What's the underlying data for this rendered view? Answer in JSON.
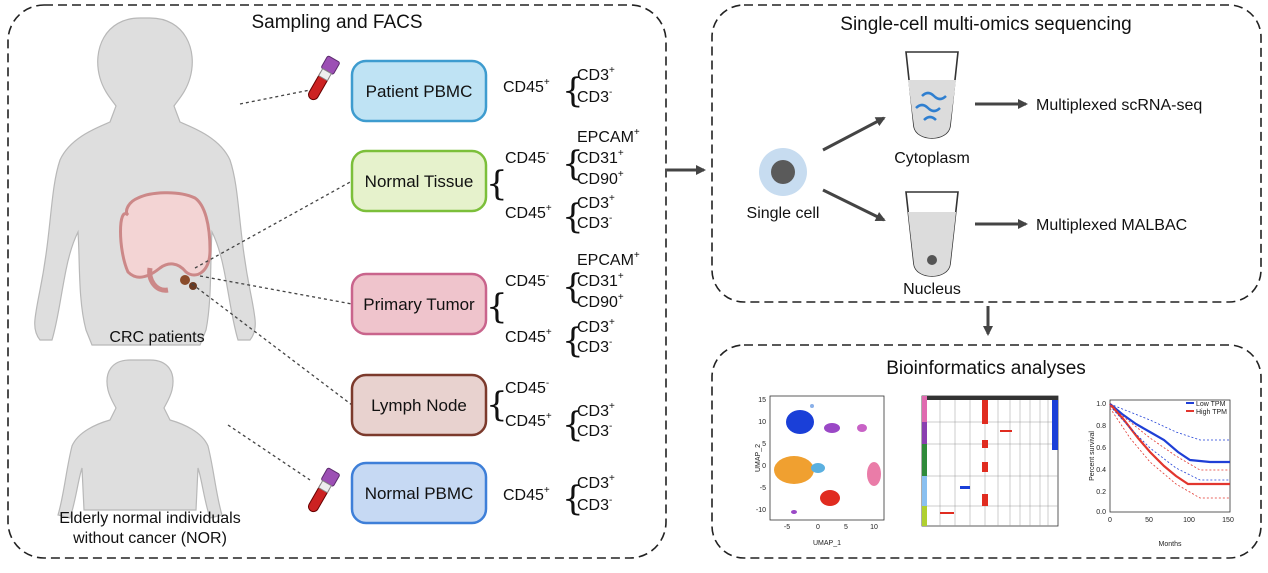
{
  "panels": {
    "sampling_title": "Sampling and FACS",
    "sequencing_title": "Single-cell multi-omics sequencing",
    "bioinfo_title": "Bioinformatics analyses"
  },
  "subjects": {
    "crc": "CRC patients",
    "nor_line1": "Elderly normal individuals",
    "nor_line2": "without cancer (NOR)"
  },
  "samples": {
    "patient_pbmc": "Patient PBMC",
    "normal_tissue": "Normal Tissue",
    "primary_tumor": "Primary Tumor",
    "lymph_node": "Lymph Node",
    "normal_pbmc": "Normal PBMC"
  },
  "markers": {
    "cd45pos": "CD45",
    "cd45neg": "CD45",
    "cd3pos": "CD3",
    "cd3neg": "CD3",
    "epcam": "EPCAM",
    "cd31": "CD31",
    "cd90": "CD90",
    "plus": "+",
    "minus": "-"
  },
  "sequencing": {
    "single_cell": "Single cell",
    "cytoplasm": "Cytoplasm",
    "nucleus": "Nucleus",
    "scrna": "Multiplexed scRNA-seq",
    "malbac": "Multiplexed MALBAC"
  },
  "umap": {
    "xlabel": "UMAP_1",
    "ylabel": "UMAP_2",
    "xticks": [
      "-5",
      "0",
      "5",
      "10"
    ],
    "yticks": [
      "15",
      "10",
      "5",
      "0",
      "-5",
      "-10"
    ]
  },
  "survival": {
    "ylabel": "Percent survival",
    "xlabel": "Months",
    "legend_low": "Low TPM",
    "legend_high": "High TPM",
    "xticks": [
      "0",
      "50",
      "100",
      "150"
    ],
    "yticks": [
      "1.0",
      "0.8",
      "0.6",
      "0.4",
      "0.2",
      "0.0"
    ]
  },
  "colors": {
    "patient_pbmc_fill": "#bfe3f4",
    "patient_pbmc_stroke": "#3e9ccf",
    "normal_tissue_fill": "#e6f2cc",
    "normal_tissue_stroke": "#7cbf3a",
    "primary_tumor_fill": "#efc4cc",
    "primary_tumor_stroke": "#c9648c",
    "lymph_node_fill": "#e8d2cf",
    "lymph_node_stroke": "#7c3a2c",
    "normal_pbmc_fill": "#c6d9f3",
    "normal_pbmc_stroke": "#3e7fd8",
    "low_tpm": "#1f3fd6",
    "high_tpm": "#e2362e"
  }
}
